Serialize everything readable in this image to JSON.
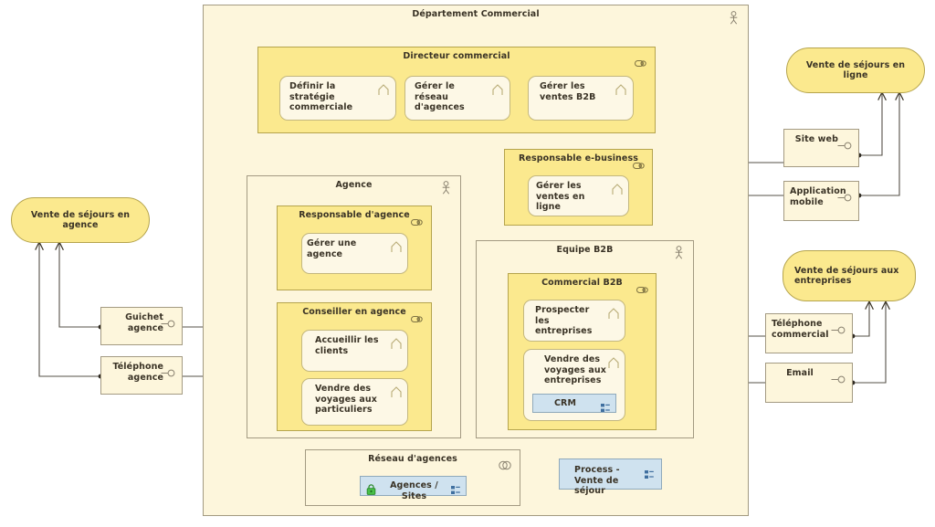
{
  "diagram": {
    "title": "Département Commercial",
    "colors": {
      "container_fill": "#fdf6dc",
      "role_fill": "#fbe98e",
      "function_fill": "#fdf8e6",
      "service_fill": "#fbe98e",
      "artifact_fill": "#cfe2ef",
      "line": "#555047",
      "border": "#a39a82",
      "text": "#3a3326",
      "lock_green": "#3fae3f"
    }
  },
  "department": {
    "label": "Département Commercial",
    "actor_icon": "actor-icon"
  },
  "directeur": {
    "label": "Directeur commercial",
    "role_icon": "business-role-icon",
    "functions": [
      {
        "label": "Définir la stratégie commerciale",
        "icon": "business-function-icon"
      },
      {
        "label": "Gérer le réseau d'agences",
        "icon": "business-function-icon"
      },
      {
        "label": "Gérer les ventes B2B",
        "icon": "business-function-icon"
      }
    ]
  },
  "agence": {
    "label": "Agence",
    "actor_icon": "actor-icon",
    "responsable": {
      "label": "Responsable d'agence",
      "role_icon": "business-role-icon",
      "functions": [
        {
          "label": "Gérer une agence",
          "icon": "business-function-icon"
        }
      ]
    },
    "conseiller": {
      "label": "Conseiller en agence",
      "role_icon": "business-role-icon",
      "functions": [
        {
          "label": "Accueillir les clients",
          "icon": "business-function-icon"
        },
        {
          "label": "Vendre des voyages aux particuliers",
          "icon": "business-function-icon"
        }
      ]
    }
  },
  "ebusiness": {
    "label": "Responsable e-business",
    "role_icon": "business-role-icon",
    "functions": [
      {
        "label": "Gérer les ventes en ligne",
        "icon": "business-function-icon"
      }
    ]
  },
  "equipe_b2b": {
    "label": "Equipe B2B",
    "actor_icon": "actor-icon",
    "commercial": {
      "label": "Commercial B2B",
      "role_icon": "business-role-icon",
      "functions": [
        {
          "label": "Prospecter les entreprises",
          "icon": "business-function-icon"
        },
        {
          "label": "Vendre des voyages aux entreprises",
          "icon": "business-function-icon"
        }
      ],
      "artifact": {
        "label": "CRM",
        "icon": "properties-icon"
      }
    }
  },
  "reseau": {
    "label": "Réseau d'agences",
    "collaboration_icon": "business-collaboration-icon",
    "artifact": {
      "label": "Agences / Sites",
      "icon": "properties-icon",
      "lock_icon": "lock-icon"
    }
  },
  "process_note": {
    "label": "Process - Vente de séjour",
    "icon": "properties-icon"
  },
  "services": [
    {
      "label": "Vente de séjours en agence",
      "name": "service-vente-agence"
    },
    {
      "label": "Vente de séjours en ligne",
      "name": "service-vente-en-ligne"
    },
    {
      "label": "Vente de séjours aux entreprises",
      "name": "service-vente-entreprises"
    }
  ],
  "interfaces": [
    {
      "label": "Guichet agence",
      "name": "interface-guichet-agence",
      "icon": "interface-lollipop-icon"
    },
    {
      "label": "Téléphone agence",
      "name": "interface-telephone-agence",
      "icon": "interface-lollipop-icon"
    },
    {
      "label": "Site web",
      "name": "interface-site-web",
      "icon": "interface-lollipop-icon"
    },
    {
      "label": "Application mobile",
      "name": "interface-application-mobile",
      "icon": "interface-lollipop-icon"
    },
    {
      "label": "Téléphone commercial",
      "name": "interface-telephone-commercial",
      "icon": "interface-lollipop-icon"
    },
    {
      "label": "Email",
      "name": "interface-email",
      "icon": "interface-lollipop-icon"
    }
  ]
}
